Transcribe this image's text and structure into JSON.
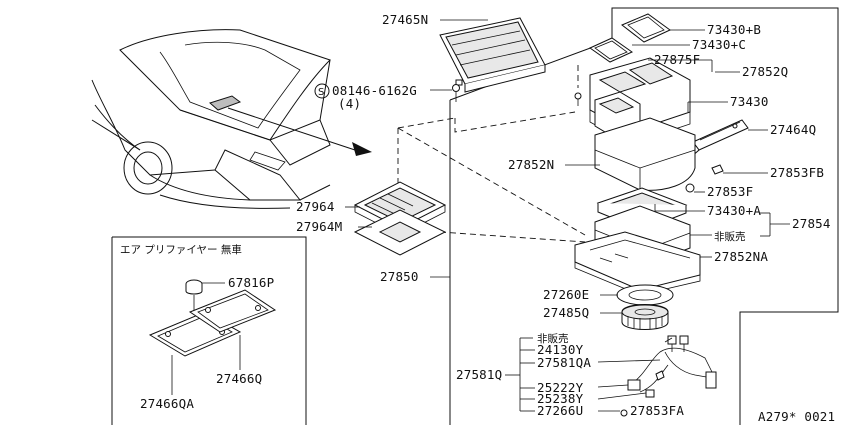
{
  "callouts": {
    "c27465N": "27465N",
    "c73430B": "73430+B",
    "c73430C": "73430+C",
    "c27875F": "27875F",
    "c27852Q": "27852Q",
    "c08146": "08146-6162G",
    "c08146_qty": "(4)",
    "c08146_prefix": "S",
    "c73430": "73430",
    "c27464Q": "27464Q",
    "c27852N": "27852N",
    "c27853FB": "27853FB",
    "c27853F": "27853F",
    "c73430A": "73430+A",
    "c27854": "27854",
    "c_notsold1": "非販売",
    "c27852NA": "27852NA",
    "c27964": "27964",
    "c27964M": "27964M",
    "c27850": "27850",
    "c27260E": "27260E",
    "c27485Q": "27485Q",
    "c_notsold2": "非販売",
    "c24130Y": "24130Y",
    "c27581QA": "27581QA",
    "c27581Q": "27581Q",
    "c25222Y": "25222Y",
    "c25238Y": "25238Y",
    "c27266U": "27266U",
    "c27853FA": "27853FA"
  },
  "inset": {
    "title": "エア  プリファイヤー  無車",
    "c67816P": "67816P",
    "c27466Q": "27466Q",
    "c27466QA": "27466QA"
  },
  "footer": {
    "code": "A279* 0021"
  }
}
